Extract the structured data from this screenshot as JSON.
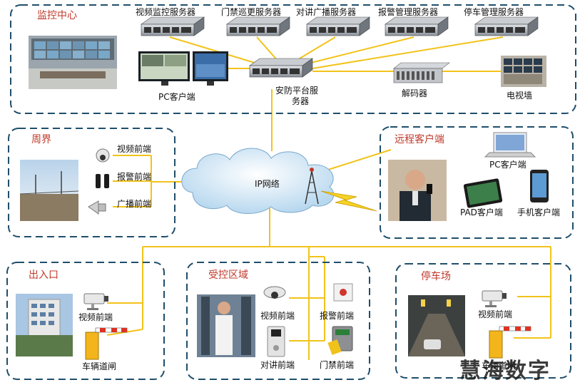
{
  "monitor_center": {
    "title": "监控中心",
    "servers": [
      "视频监控服务器",
      "门禁巡更服务器",
      "对讲广播服务器",
      "报警管理服务器",
      "停车管理服务器"
    ],
    "pc_client": "PC客户端",
    "platform_server_line1": "安防平台服",
    "platform_server_line2": "务器",
    "decoder": "解码器",
    "tv_wall": "电视墙"
  },
  "perimeter": {
    "title": "周界",
    "video": "视频前端",
    "alarm": "报警前端",
    "broadcast": "广播前端"
  },
  "network": {
    "label": "IP网络"
  },
  "remote": {
    "title": "远程客户端",
    "pc": "PC客户端",
    "pad": "PAD客户端",
    "phone": "手机客户端"
  },
  "entrance": {
    "title": "出入口",
    "video": "视频前端",
    "gate": "车辆道闸"
  },
  "controlled": {
    "title": "受控区域",
    "video": "视频前端",
    "alarm": "报警前端",
    "intercom": "对讲前端",
    "access": "门禁前端"
  },
  "parking": {
    "title": "停车场",
    "video": "视频前端",
    "gate": "车辆道闸"
  },
  "watermark": "慧海数字",
  "colors": {
    "wire": "#f2c31a",
    "border": "#1f4e6b",
    "title": "#c0392b"
  }
}
